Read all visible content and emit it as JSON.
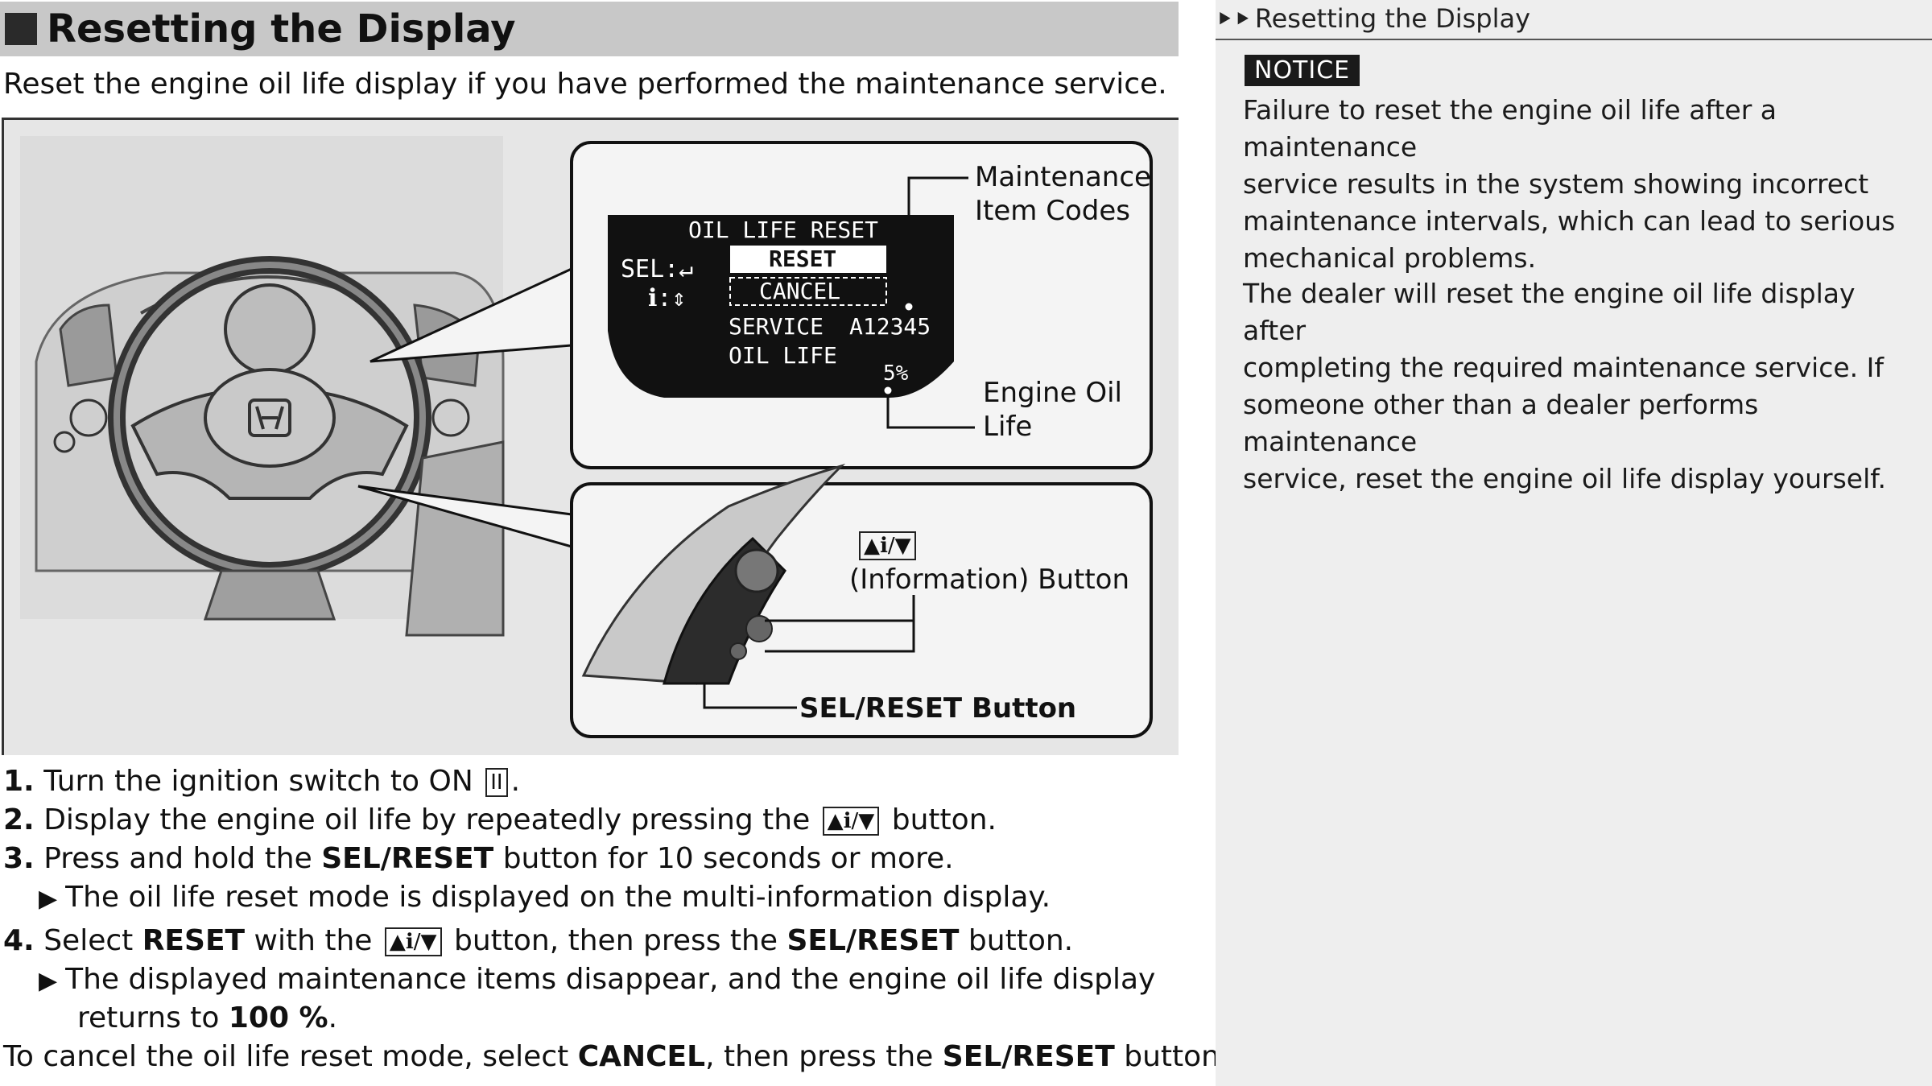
{
  "title": "Resetting the Display",
  "intro": "Reset the engine oil life display if you have performed the maintenance service.",
  "figure": {
    "screen": {
      "heading": "OIL LIFE RESET",
      "sel_label": "SEL:↵",
      "info_label": "ℹ:⇕",
      "reset_option": "RESET",
      "cancel_option": "CANCEL",
      "service_label": "SERVICE",
      "service_code": "A12345",
      "oil_life_label": "OIL LIFE",
      "oil_life_value": "5%"
    },
    "callouts": {
      "maintenance_codes": "Maintenance\nItem Codes",
      "engine_oil_life": "Engine Oil\nLife",
      "info_button_glyph": "▲ℹ/▼",
      "info_button": "(Information) Button",
      "sel_reset_button": "SEL/RESET Button"
    }
  },
  "steps": {
    "s1_num": "1.",
    "s1_text": "Turn the ignition switch to ON",
    "s1_glyph": "II",
    "s1_end": ".",
    "s2_num": "2.",
    "s2_text": "Display the engine oil life by repeatedly pressing the",
    "s2_glyph": "▲ℹ/▼",
    "s2_end": "button.",
    "s3_num": "3.",
    "s3_a": "Press and hold the",
    "s3_b": "SEL/RESET",
    "s3_c": "button for 10 seconds or more.",
    "s3_sub": "The oil life reset mode is displayed on the multi-information display.",
    "s4_num": "4.",
    "s4_a": "Select",
    "s4_b": "RESET",
    "s4_c": "with the",
    "s4_glyph": "▲ℹ/▼",
    "s4_d": "button, then press the",
    "s4_e": "SEL/RESET",
    "s4_f": "button.",
    "s4_sub1": "The displayed maintenance items disappear, and the engine oil life display",
    "s4_sub2a": "returns to",
    "s4_sub2b": "100 %",
    "s4_sub2c": ".",
    "cancel_a": "To cancel the oil life reset mode, select",
    "cancel_b": "CANCEL",
    "cancel_c": ", then press the",
    "cancel_d": "SEL/RESET",
    "cancel_e": "button."
  },
  "side": {
    "heading": "Resetting the Display",
    "notice_label": "NOTICE",
    "notice_lines": [
      "Failure to reset the engine oil life after a maintenance",
      "service results in the system showing incorrect",
      "maintenance intervals, which can lead to serious",
      "mechanical problems."
    ],
    "dealer_lines": [
      "The dealer will reset the engine oil life display after",
      "completing the required maintenance service. If",
      "someone other than a dealer performs maintenance",
      "service, reset the engine oil life display yourself."
    ]
  }
}
